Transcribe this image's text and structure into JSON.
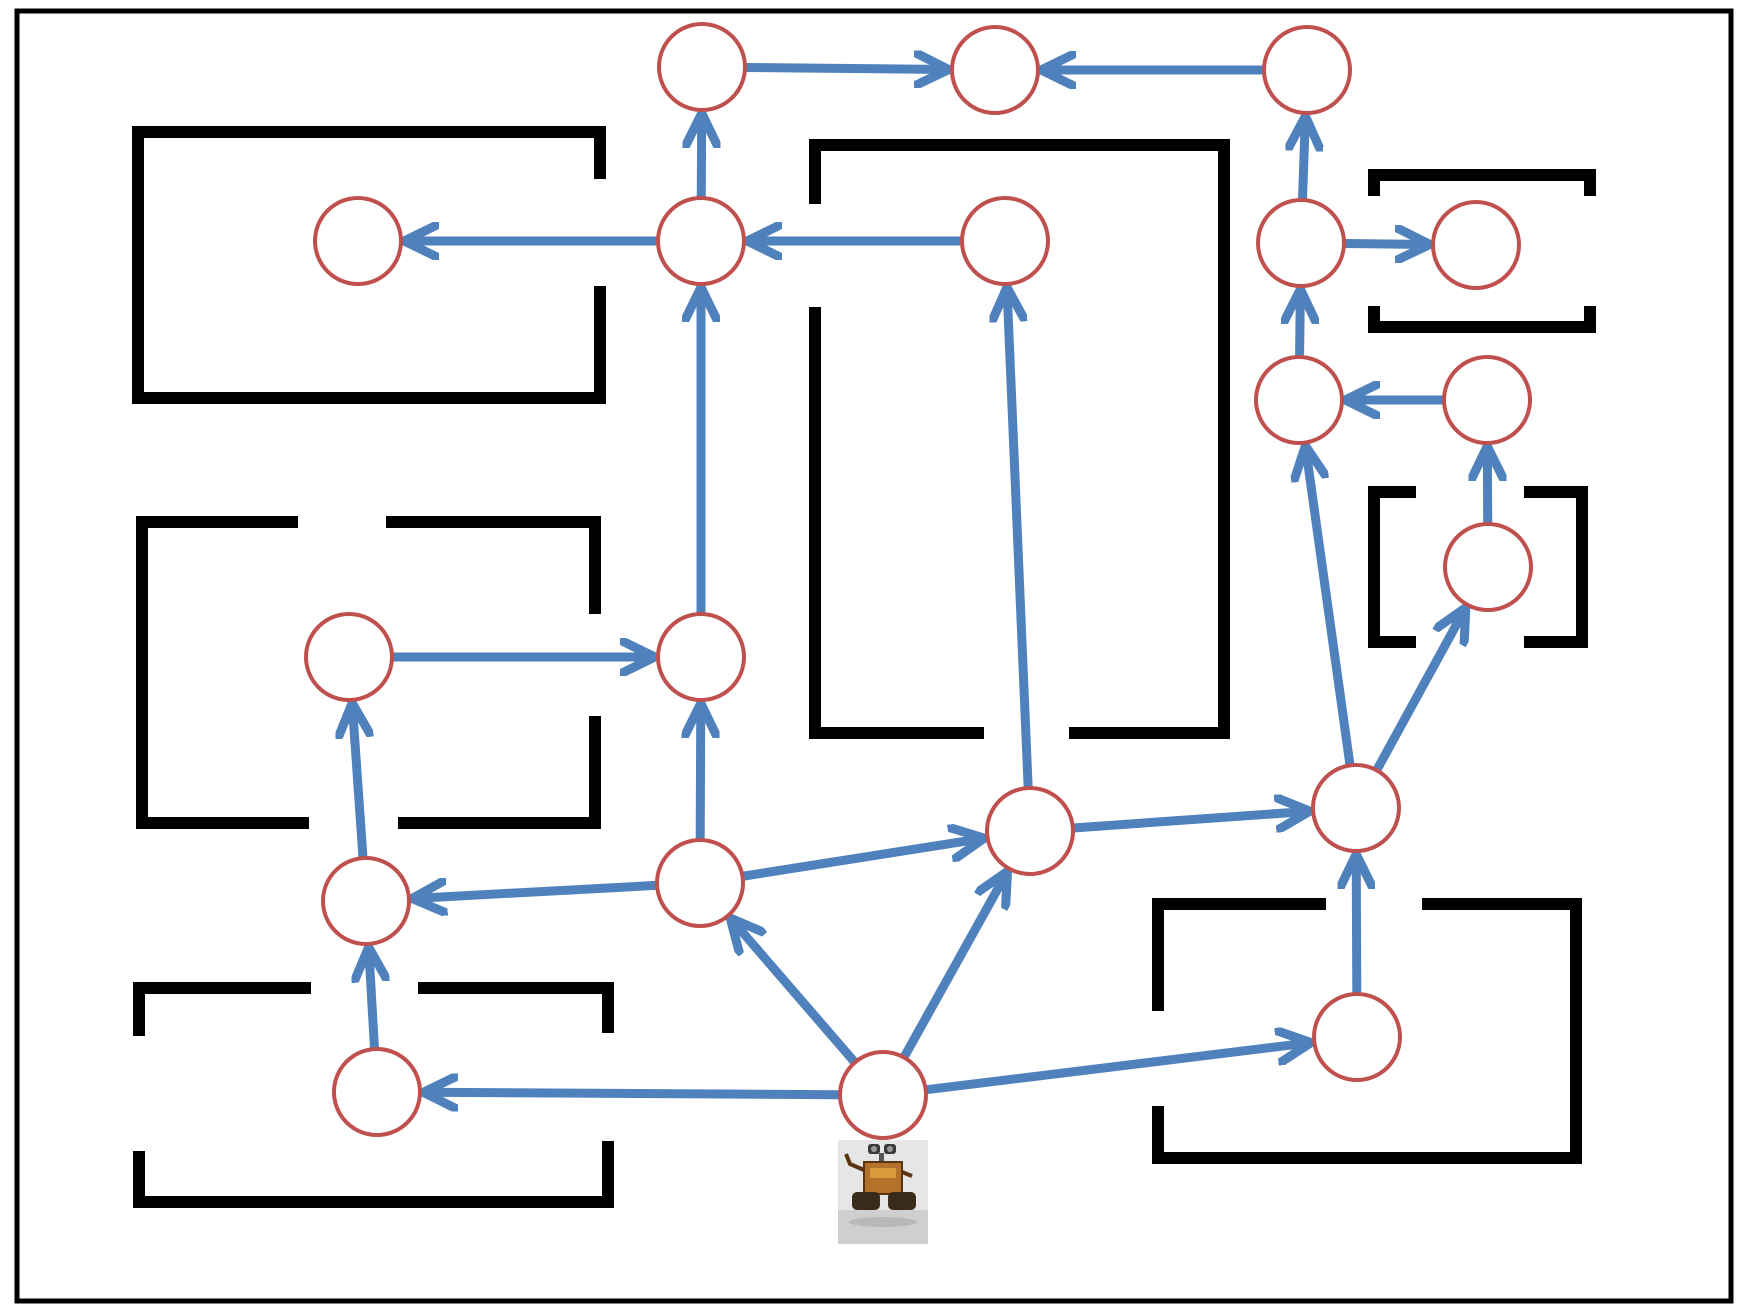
{
  "diagram": {
    "kind": "directed-graph-over-floorplan",
    "colors": {
      "frame": "#000000",
      "wall": "#000000",
      "node_stroke": "#c0504d",
      "node_fill": "#ffffff",
      "edge": "#4f81bd",
      "background": "#ffffff"
    },
    "nodes": [
      "n1",
      "n2",
      "n3",
      "n4",
      "n5",
      "n6",
      "n7",
      "n8",
      "n9",
      "n10",
      "n11",
      "n12",
      "n13",
      "n14",
      "n15",
      "n16",
      "n17",
      "n18",
      "n19",
      "n20",
      "n21",
      "n22"
    ],
    "edges": [
      {
        "from": "n1",
        "to": "n2"
      },
      {
        "from": "n3",
        "to": "n2"
      },
      {
        "from": "n5",
        "to": "n1"
      },
      {
        "from": "n5",
        "to": "n4"
      },
      {
        "from": "n6",
        "to": "n5"
      },
      {
        "from": "n8",
        "to": "n3"
      },
      {
        "from": "n8",
        "to": "n7"
      },
      {
        "from": "n10",
        "to": "n8"
      },
      {
        "from": "n9",
        "to": "n10"
      },
      {
        "from": "n11",
        "to": "n9"
      },
      {
        "from": "n12",
        "to": "n10"
      },
      {
        "from": "n13",
        "to": "n12"
      },
      {
        "from": "n18",
        "to": "n6"
      },
      {
        "from": "n14",
        "to": "n13"
      },
      {
        "from": "n14",
        "to": "n16"
      },
      {
        "from": "n15",
        "to": "n14"
      },
      {
        "from": "n16",
        "to": "n11"
      },
      {
        "from": "n17",
        "to": "n18"
      },
      {
        "from": "n19",
        "to": "n14"
      },
      {
        "from": "n19",
        "to": "n17"
      },
      {
        "from": "n19",
        "to": "n15"
      },
      {
        "from": "n19",
        "to": "n20"
      },
      {
        "from": "n20",
        "to": "n16"
      },
      {
        "from": "n21",
        "to": "n22"
      },
      {
        "from": "n16",
        "to": "n21"
      },
      {
        "from": "n22",
        "to": "n9"
      }
    ],
    "robot": {
      "name": "robot-figure"
    }
  }
}
